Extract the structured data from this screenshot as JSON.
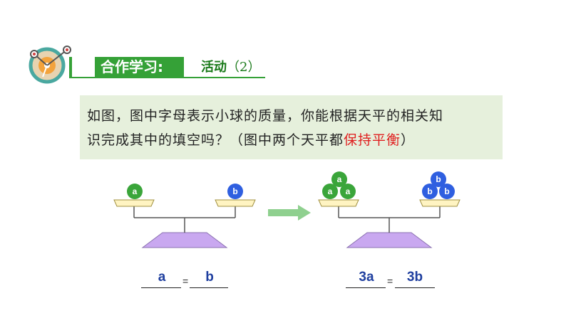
{
  "header": {
    "title": "合作学习:",
    "activity_label": "活动",
    "activity_number": "（2）"
  },
  "question": {
    "line1": "如图，图中字母表示小球的质量，你能根据天平的相关知",
    "line2_prefix": "识完成其中的填空吗？（图中两个天平都",
    "line2_highlight": "保持平衡",
    "line2_suffix": "）",
    "highlight_color": "#e02020"
  },
  "left_balance": {
    "left_ball": "a",
    "right_ball": "b",
    "answer_left": "a",
    "equals": "=",
    "answer_right": "b"
  },
  "right_balance": {
    "left_balls": [
      "a",
      "a",
      "a"
    ],
    "right_balls": [
      "b",
      "b",
      "b"
    ],
    "answer_left": "3a",
    "equals": "=",
    "answer_right": "3b"
  },
  "colors": {
    "accent_green": "#35a137",
    "ball_a": "#3aa53a",
    "ball_b": "#2f5fe0",
    "pan_fill": "#fff4c2",
    "base_fill": "#c9a8f0",
    "arrow": "#8fd08f",
    "answer_text": "#1f3f9f"
  }
}
